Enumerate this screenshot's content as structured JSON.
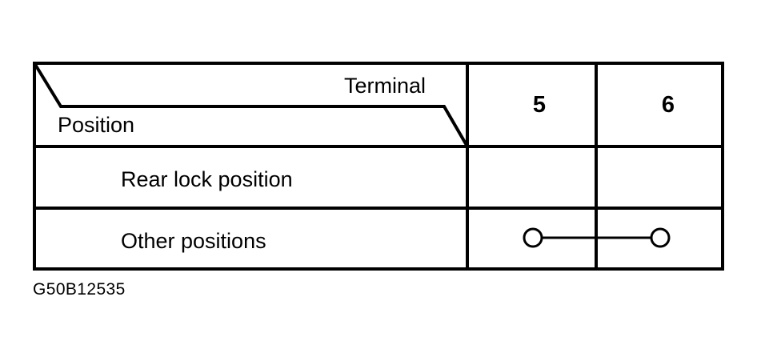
{
  "figure": {
    "caption": "G50B12535",
    "header": {
      "terminal_label": "Terminal",
      "position_label": "Position"
    },
    "columns": [
      {
        "label": "5"
      },
      {
        "label": "6"
      }
    ],
    "rows": [
      {
        "label": "Rear lock position",
        "cells": [
          {
            "continuity": false
          },
          {
            "continuity": false
          }
        ]
      },
      {
        "label": "Other positions",
        "cells": [
          {
            "continuity": true
          },
          {
            "continuity": true
          }
        ]
      }
    ],
    "symbols": {
      "continuity_name": "continuity-link-symbol"
    },
    "colors": {
      "line": "#000000",
      "background": "#ffffff",
      "text": "#000000"
    }
  }
}
